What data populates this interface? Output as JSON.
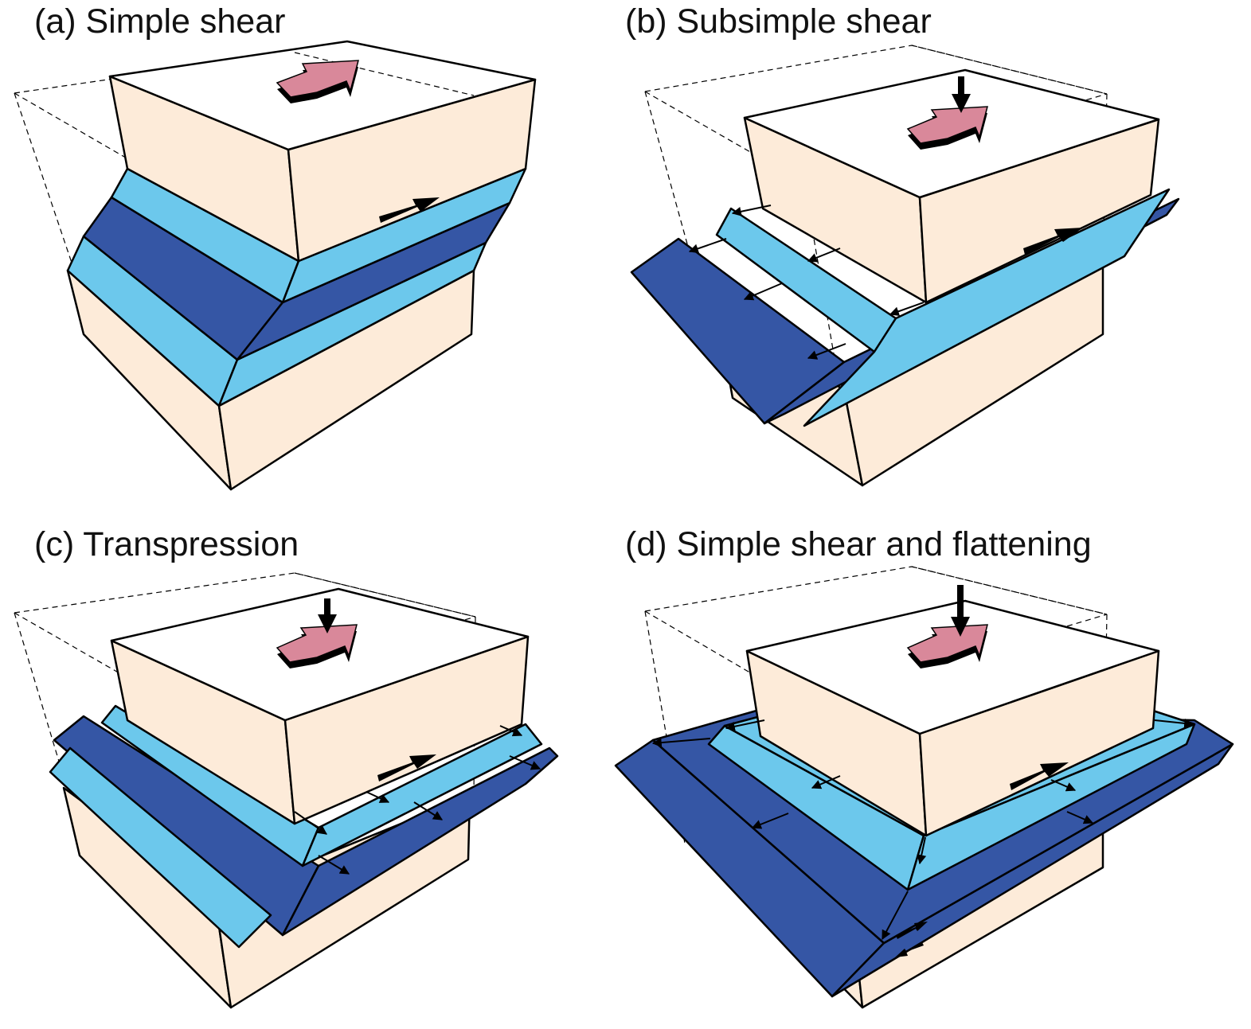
{
  "figure": {
    "panels": [
      {
        "id": "a",
        "title": "(a) Simple shear"
      },
      {
        "id": "b",
        "title": "(b) Subsimple shear"
      },
      {
        "id": "c",
        "title": "(c) Transpression"
      },
      {
        "id": "d",
        "title": "(d) Simple shear and flattening"
      }
    ]
  },
  "colors": {
    "block_face": "#fdebd9",
    "block_top": "#ffffff",
    "light_layer": "#6cc8ec",
    "dark_layer": "#3556a5",
    "pink_arrow": "#d9889a",
    "outline": "#000000"
  }
}
